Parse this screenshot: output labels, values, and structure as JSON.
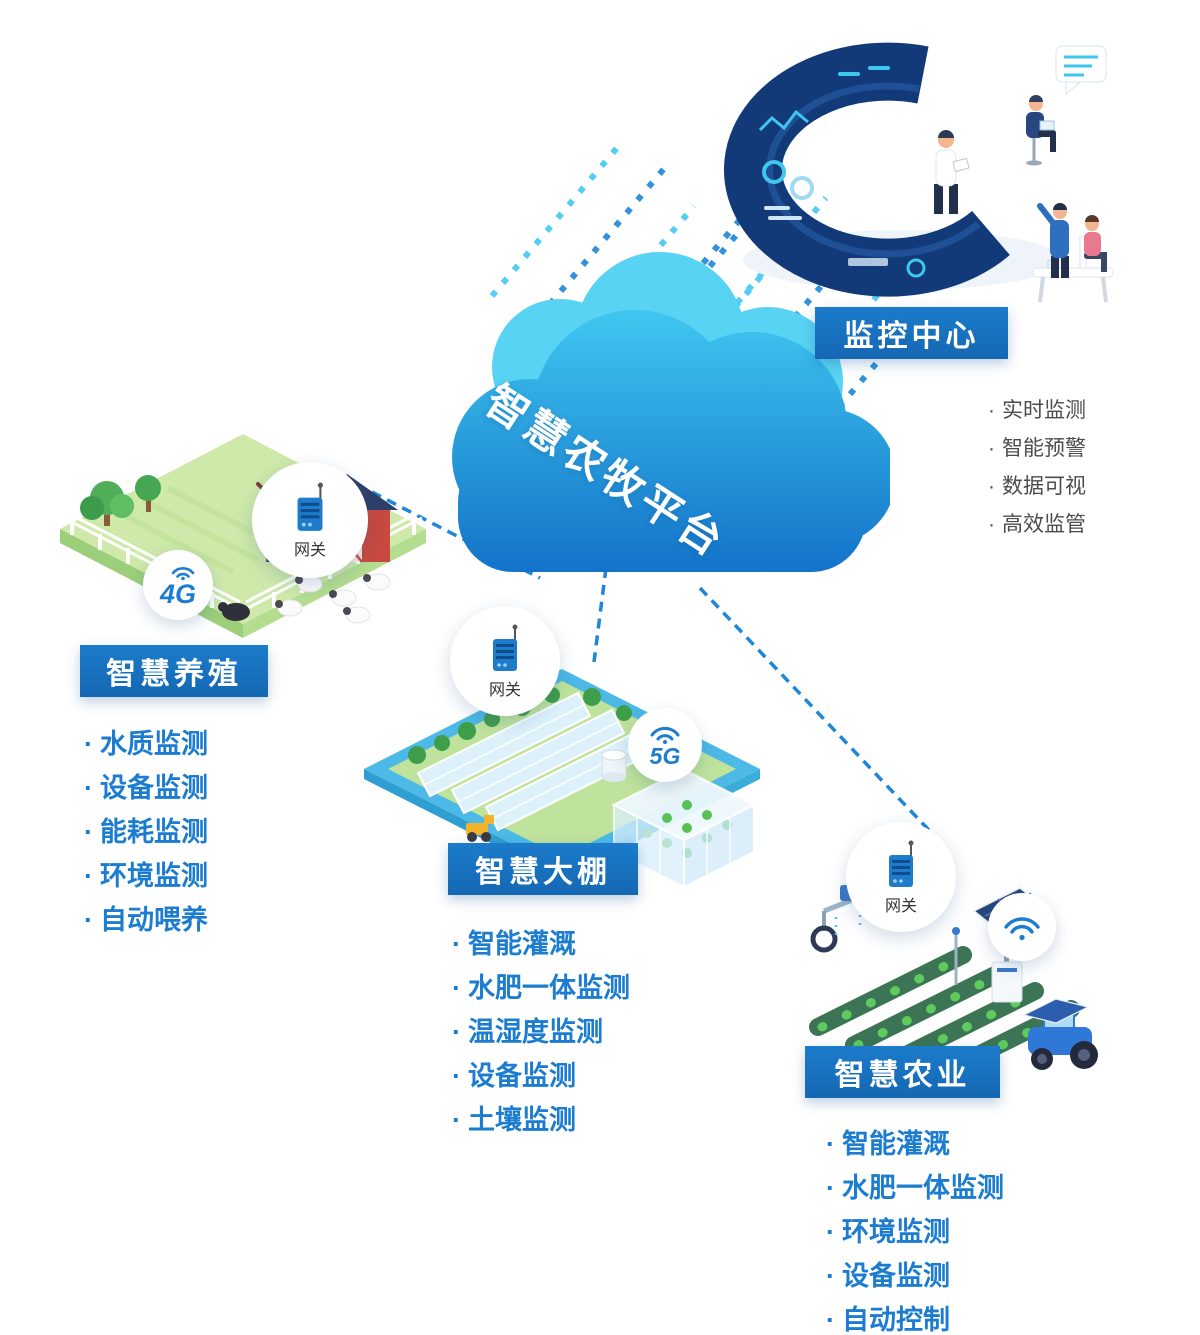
{
  "platform": {
    "title": "智慧农牧平台"
  },
  "monitor": {
    "label": "监控中心",
    "features": [
      "实时监测",
      "智能预警",
      "数据可视",
      "高效监管"
    ]
  },
  "gateway": {
    "label": "网关"
  },
  "nodes": [
    {
      "id": "livestock",
      "label": "智慧养殖",
      "badge": "4G",
      "features": [
        "水质监测",
        "设备监测",
        "能耗监测",
        "环境监测",
        "自动喂养"
      ]
    },
    {
      "id": "greenhouse",
      "label": "智慧大棚",
      "badge": "5G",
      "features": [
        "智能灌溉",
        "水肥一体监测",
        "温湿度监测",
        "设备监测",
        "土壤监测"
      ]
    },
    {
      "id": "agriculture",
      "label": "智慧农业",
      "badge": "wifi",
      "features": [
        "智能灌溉",
        "水肥一体监测",
        "环境监测",
        "设备监测",
        "自动控制"
      ]
    }
  ],
  "colors": {
    "accent_blue": "#1b7cd0",
    "cyan": "#3ec5ee",
    "cloud_top": "#41c9f1",
    "cloud_bottom": "#1373c9",
    "label_bg": "#1a72c5",
    "monitor_text": "#4c4c4c"
  }
}
